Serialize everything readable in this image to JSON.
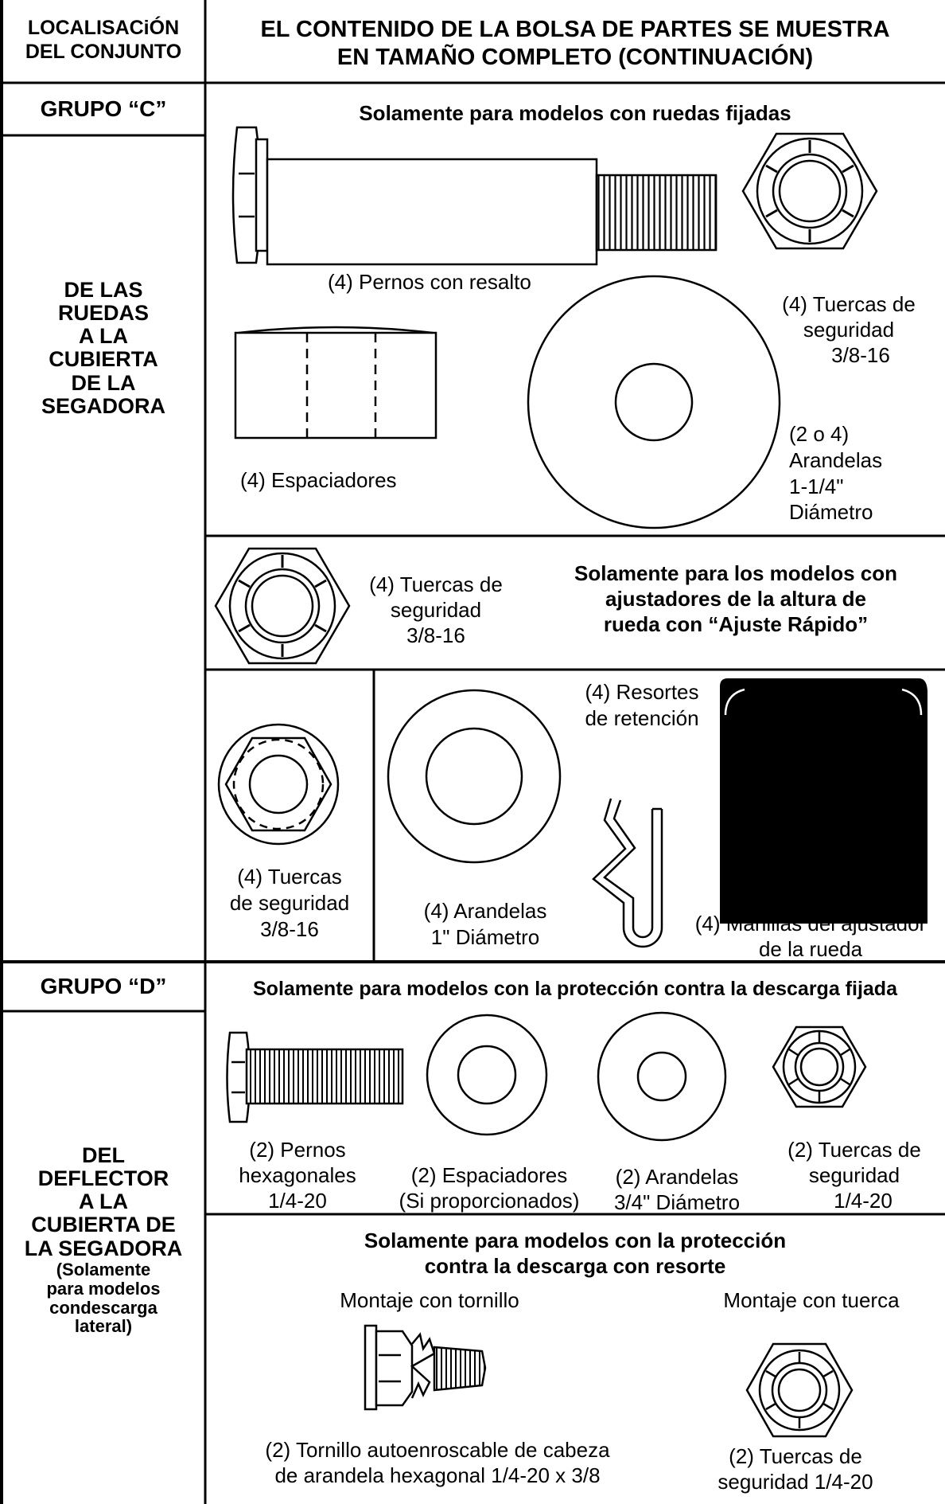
{
  "header": {
    "left_line1": "LOCALISACiÓN",
    "left_line2": "DEL CONJUNTO",
    "right_line1": "EL CONTENIDO DE LA BOLSA DE PARTES SE MUESTRA",
    "right_line2": "EN TAMAÑO COMPLETO (CONTINUACIÓN)"
  },
  "group_c": {
    "title": "GRUPO “C”",
    "location": [
      "DE LAS",
      "RUEDAS",
      "A LA",
      "CUBIERTA",
      "DE LA",
      "SEGADORA"
    ],
    "fixed_wheels": {
      "heading": "Solamente para modelos con ruedas fijadas",
      "shoulder_bolts": "(4) Pernos con resalto",
      "lock_nuts": [
        "(4) Tuercas de",
        "seguridad",
        "3/8-16"
      ],
      "spacers": "(4) Espaciadores",
      "washers": [
        "(2 o 4)",
        "Arandelas",
        "1-1/4\"",
        "Diámetro"
      ]
    },
    "quick_adjust": {
      "lock_nuts": [
        "(4) Tuercas de",
        "seguridad",
        "3/8-16"
      ],
      "heading": [
        "Solamente para los modelos con",
        "ajustadores de la altura de",
        "rueda con “Ajuste Rápido”"
      ]
    },
    "bottom_row": {
      "lock_nuts": [
        "(4) Tuercas",
        "de seguridad",
        "3/8-16"
      ],
      "washers": [
        "(4) Arandelas",
        "1\" Diámetro"
      ],
      "springs": [
        "(4) Resortes",
        "de retención"
      ],
      "knobs": [
        "(4) Manillas del ajustador",
        "de la rueda"
      ]
    }
  },
  "group_d": {
    "title": "GRUPO “D”",
    "location": [
      "DEL",
      "DEFLECTOR",
      "A LA",
      "CUBIERTA DE",
      "LA SEGADORA"
    ],
    "location_note": [
      "(Solamente",
      "para modelos",
      "condescarga",
      "lateral)"
    ],
    "fixed_guard": {
      "heading": "Solamente para modelos con la protección contra la descarga fijada",
      "hex_bolts": [
        "(2) Pernos",
        "hexagonales",
        "1/4-20"
      ],
      "spacers": [
        "(2) Espaciadores",
        "(Si proporcionados)"
      ],
      "washers": [
        "(2) Arandelas",
        "3/4\" Diámetro"
      ],
      "lock_nuts": [
        "(2) Tuercas de",
        "seguridad",
        "1/4-20"
      ]
    },
    "spring_guard": {
      "heading": [
        "Solamente para modelos con la protección",
        "contra la descarga con resorte"
      ],
      "screw_mount": "Montaje con tornillo",
      "nut_mount": "Montaje con tuerca",
      "screw": [
        "(2) Tornillo autoenroscable  de cabeza",
        "de arandela hexagonal  1/4-20 x 3/8"
      ],
      "nut": [
        "(2) Tuercas de",
        "seguridad 1/4-20"
      ]
    }
  }
}
